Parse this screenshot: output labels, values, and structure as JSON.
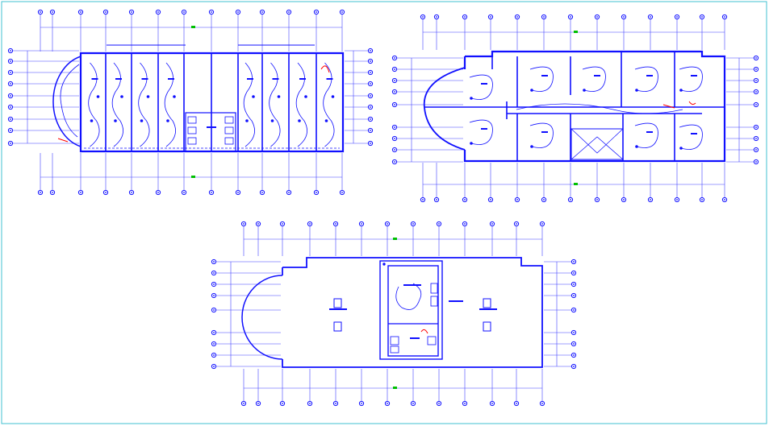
{
  "drawing": {
    "line_color": "#1010ff",
    "grid_color": "#4040ff",
    "marker_color": "#00c000",
    "accent_color": "#ff0000",
    "frame_color": "#40c0d0",
    "background": "#ffffff"
  },
  "plans": [
    {
      "id": "plan-a",
      "kind": "rooms-row"
    },
    {
      "id": "plan-b",
      "kind": "rooms-corridor"
    },
    {
      "id": "plan-c",
      "kind": "roof-core"
    }
  ]
}
